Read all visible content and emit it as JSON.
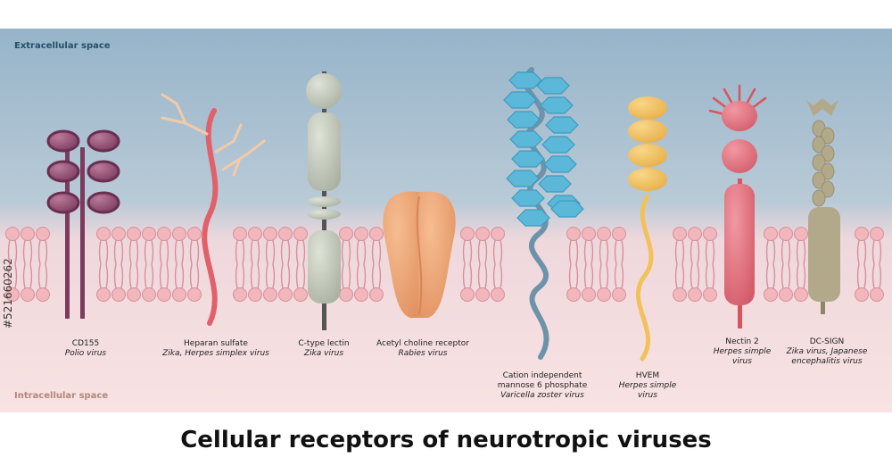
{
  "title": "Cellular receptors of neurotropic viruses",
  "regions": {
    "extracellular": "Extracellular space",
    "intracellular": "Intracellular space"
  },
  "watermark_id": "#521660262",
  "receptors": [
    {
      "name": "CD155",
      "virus": "Polio virus",
      "color": "#7b3a5e",
      "icon": "immunoglobulin-loops"
    },
    {
      "name": "Heparan sulfate",
      "virus": "Zika, Herpes simplex virus",
      "color": "#e2606a",
      "icon": "chain-with-branches"
    },
    {
      "name": "C-type lectin",
      "virus": "Zika virus",
      "color": "#c5cbbd",
      "icon": "stacked-domains"
    },
    {
      "name": "Acetyl choline receptor",
      "virus": "Rabies virus",
      "color": "#f0a678",
      "icon": "channel"
    },
    {
      "name": "Cation independent mannose 6 phosphate",
      "virus": "Varicella zoster virus",
      "color": "#5cb8d8",
      "icon": "helix-with-hexagons"
    },
    {
      "name": "HVEM",
      "virus": "Herpes simple virus",
      "color": "#f3c15a",
      "icon": "stacked-ovals"
    },
    {
      "name": "Nectin 2",
      "virus": "Herpes simple virus",
      "color": "#e0707c",
      "icon": "stacked-domains"
    },
    {
      "name": "DC-SIGN",
      "virus": "Zika virus, Japanese encephalitis virus",
      "color": "#b2a98a",
      "icon": "lectin-stack"
    }
  ],
  "colors": {
    "extracellular_top": "#9bb8cc",
    "intracellular_bottom": "#f6dcdc",
    "lipid_head": "#f1b7bc",
    "lipid_tail": "#d88f98"
  }
}
